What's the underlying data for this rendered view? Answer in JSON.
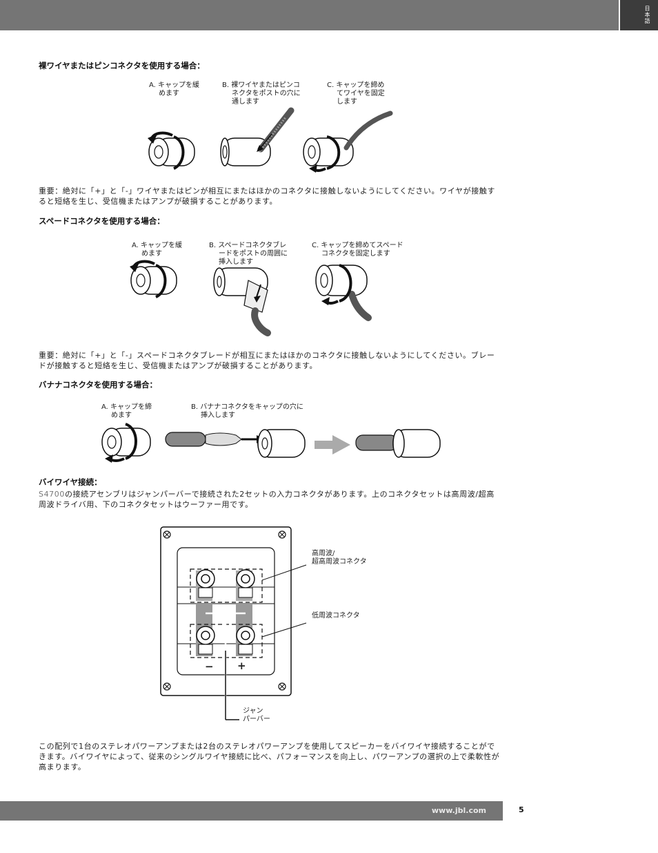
{
  "header": {
    "lang_tab": "日本語"
  },
  "sections": {
    "bare_wire": {
      "heading": "裸ワイヤまたはピンコネクタを使用する場合：",
      "step_a": [
        "A. キャップを緩",
        "めます"
      ],
      "step_b": [
        "B. 裸ワイヤまたはピンコ",
        "ネクタをポストの穴に",
        "通します"
      ],
      "step_c": [
        "C. キャップを締め",
        "てワイヤを固定",
        "します"
      ],
      "note": "重要：絶対に「+」と「-」ワイヤまたはピンが相互にまたはほかのコネクタに接触しないようにしてください。ワイヤが接触すると短絡を生じ、受信機またはアンプが破損することがあります。"
    },
    "spade": {
      "heading": "スペードコネクタを使用する場合：",
      "step_a": [
        "A. キャップを緩",
        "めます"
      ],
      "step_b": [
        "B. スペードコネクタブレ",
        "ードをポストの周囲に",
        "挿入します"
      ],
      "step_c": [
        "C. キャップを締めてスペード",
        "コネクタを固定します"
      ],
      "note": "重要：絶対に「+」と「-」スペードコネクタブレードが相互にまたはほかのコネクタに接触しないようにしてください。ブレードが接触すると短絡を生じ、受信機またはアンプが破損することがあります。"
    },
    "banana": {
      "heading": "バナナコネクタを使用する場合：",
      "step_a": [
        "A. キャップを締",
        "めます"
      ],
      "step_b": [
        "B. バナナコネクタをキャップの穴に",
        "挿入します"
      ]
    },
    "biwire": {
      "heading": "バイワイヤ接続：",
      "model": "S4700",
      "intro": "の接続アセンブリはジャンパーバーで接続された2セットの入力コネクタがあります。上のコネクタセットは高周波/超高周波ドライバ用、下のコネクタセットはウーファー用です。",
      "label_high": [
        "高周波/",
        "超高周波コネクタ"
      ],
      "label_low": "低周波コネクタ",
      "label_jumper": [
        "ジャン",
        "パーバー"
      ],
      "minus": "−",
      "plus": "+",
      "closing": "この配列で1台のステレオパワーアンプまたは2台のステレオパワーアンプを使用してスピーカーをバイワイヤ接続することができます。バイワイヤによって、従来のシングルワイヤ接続に比べ、パフォーマンスを向上し、パワーアンプの選択の上で柔軟性が高まります。"
    }
  },
  "footer": {
    "url": "www.jbl.com",
    "page": "5"
  }
}
